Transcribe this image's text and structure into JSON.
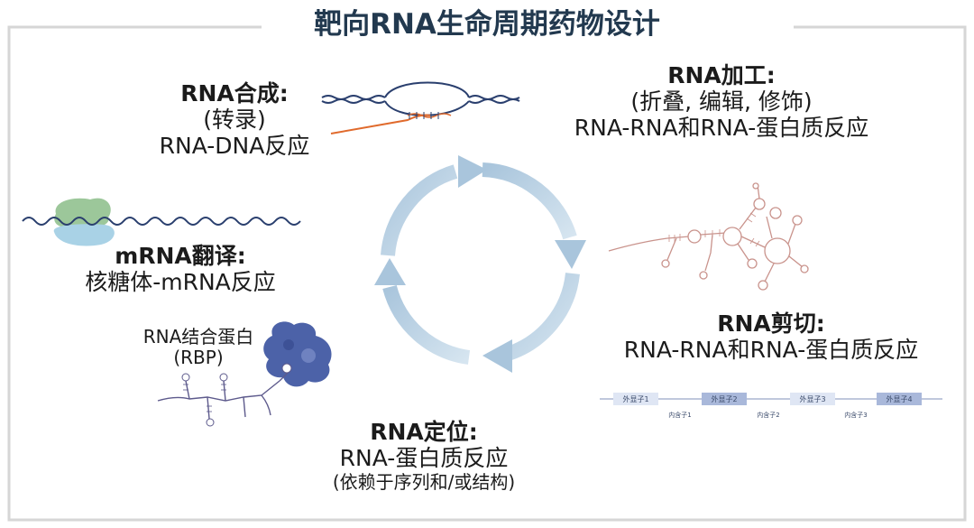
{
  "title": "靶向RNA生命周期药物设计",
  "stages": {
    "synthesis": {
      "heading": "RNA合成:",
      "line1": "(转录)",
      "line2": "RNA-DNA反应"
    },
    "processing": {
      "heading": "RNA加工:",
      "line1": "(折叠, 编辑, 修饰)",
      "line2": "RNA-RNA和RNA-蛋白质反应"
    },
    "translation": {
      "heading": "mRNA翻译:",
      "line1": "核糖体-mRNA反应"
    },
    "rbp": {
      "line1": "RNA结合蛋白",
      "line2": "(RBP)"
    },
    "splicing": {
      "heading": "RNA剪切:",
      "line1": "RNA-RNA和RNA-蛋白质反应"
    },
    "localization": {
      "heading": "RNA定位:",
      "line1": "RNA-蛋白质反应",
      "line2": "(依赖于序列和/或结构)"
    }
  },
  "gene": {
    "exons": [
      "外显子1",
      "外显子2",
      "外显子3",
      "外显子4"
    ],
    "introns": [
      "内含子1",
      "内含子2",
      "内含子3"
    ]
  },
  "colors": {
    "title": "#22394f",
    "frame": "#d6d6d6",
    "cycle_arrow": "#a9c5dc",
    "dna_strand": "#2a3f6e",
    "rna_strand": "#e06a2c",
    "rna_structure": "#c9938c",
    "ribosome_large": "#9cc79a",
    "ribosome_small": "#a9d2e6",
    "rbp_protein": "#4c62a8",
    "exon_light": "#dfe6f4",
    "exon_dark": "#a9b8da"
  }
}
